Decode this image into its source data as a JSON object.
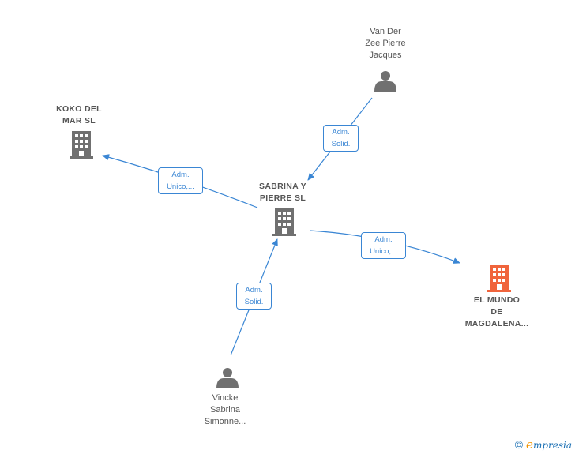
{
  "nodes": {
    "van_der_zee": {
      "type": "person",
      "lines": [
        "Van Der",
        "Zee Pierre",
        "Jacques"
      ]
    },
    "koko": {
      "type": "company",
      "lines": [
        "KOKO DEL",
        "MAR  SL"
      ]
    },
    "sabrina_pierre": {
      "type": "company",
      "lines": [
        "SABRINA Y",
        "PIERRE  SL"
      ]
    },
    "el_mundo": {
      "type": "company",
      "lines": [
        "EL MUNDO",
        "DE",
        "MAGDALENA..."
      ],
      "highlight": true
    },
    "vincke": {
      "type": "person",
      "lines": [
        "Vincke",
        "Sabrina",
        "Simonne..."
      ]
    }
  },
  "edges": [
    {
      "id": "e1",
      "from": "van_der_zee",
      "to": "sabrina_pierre",
      "label": [
        "Adm.",
        "Solid."
      ]
    },
    {
      "id": "e2",
      "from": "sabrina_pierre",
      "to": "koko",
      "label": [
        "Adm.",
        "Unico,..."
      ]
    },
    {
      "id": "e3",
      "from": "sabrina_pierre",
      "to": "el_mundo",
      "label": [
        "Adm.",
        "Unico,..."
      ]
    },
    {
      "id": "e4",
      "from": "vincke",
      "to": "sabrina_pierre",
      "label": [
        "Adm.",
        "Solid."
      ]
    }
  ],
  "colors": {
    "edge": "#3a86d4",
    "icon": "#707070",
    "focus_icon": "#f0643c"
  },
  "footer": {
    "copyright": "©",
    "brand_initial": "e",
    "brand_rest": "mpresia"
  }
}
